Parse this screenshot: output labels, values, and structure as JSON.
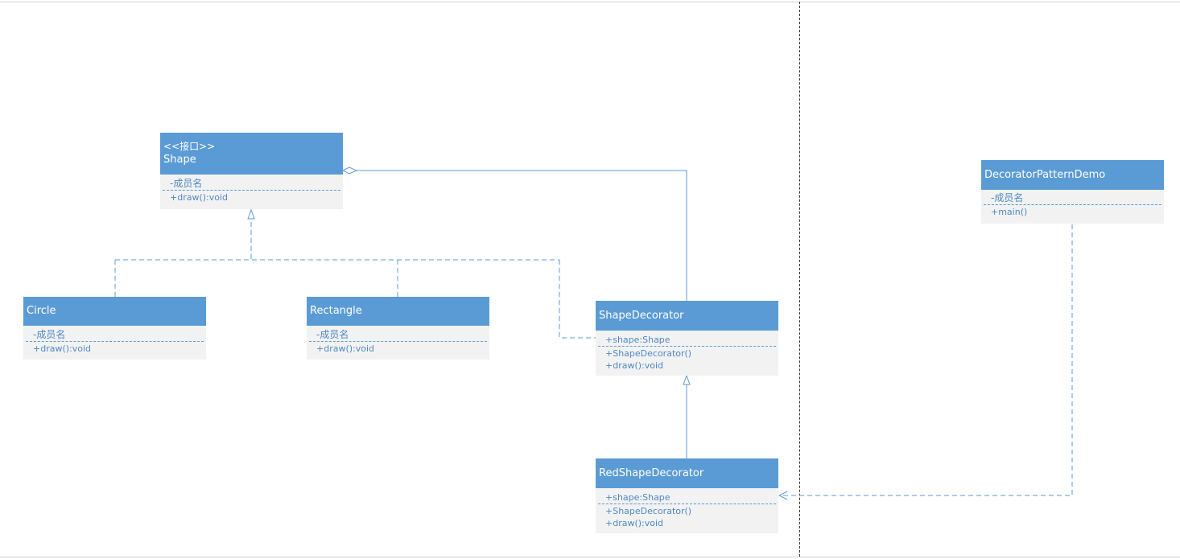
{
  "classes": {
    "shape": {
      "stereotype": "<<接口>>",
      "name": "Shape",
      "attributes": [
        "-成员名"
      ],
      "operations": [
        "+draw():void"
      ]
    },
    "circle": {
      "name": "Circle",
      "attributes": [
        "-成员名"
      ],
      "operations": [
        "+draw():void"
      ]
    },
    "rectangle": {
      "name": "Rectangle",
      "attributes": [
        "-成员名"
      ],
      "operations": [
        "+draw():void"
      ]
    },
    "shape_decorator": {
      "name": "ShapeDecorator",
      "attributes": [
        "+shape:Shape"
      ],
      "operations": [
        "+ShapeDecorator()",
        "+draw():void"
      ]
    },
    "red_shape_decorator": {
      "name": "RedShapeDecorator",
      "attributes": [
        "+shape:Shape"
      ],
      "operations": [
        "+ShapeDecorator()",
        "+draw():void"
      ]
    },
    "demo": {
      "name": "DecoratorPatternDemo",
      "attributes": [
        "-成员名"
      ],
      "operations": [
        "+main()"
      ]
    }
  },
  "relations": [
    {
      "from": "circle",
      "to": "shape",
      "type": "realization"
    },
    {
      "from": "rectangle",
      "to": "shape",
      "type": "realization"
    },
    {
      "from": "shape_decorator",
      "to": "shape",
      "type": "realization"
    },
    {
      "from": "shape_decorator",
      "to": "shape",
      "type": "aggregation"
    },
    {
      "from": "red_shape_decorator",
      "to": "shape_decorator",
      "type": "generalization"
    },
    {
      "from": "demo",
      "to": "red_shape_decorator",
      "type": "dependency"
    }
  ],
  "colors": {
    "header": "#5b9bd5",
    "body": "#f2f2f2",
    "member_text": "#4f88c6",
    "connector": "#5b9bd5"
  }
}
